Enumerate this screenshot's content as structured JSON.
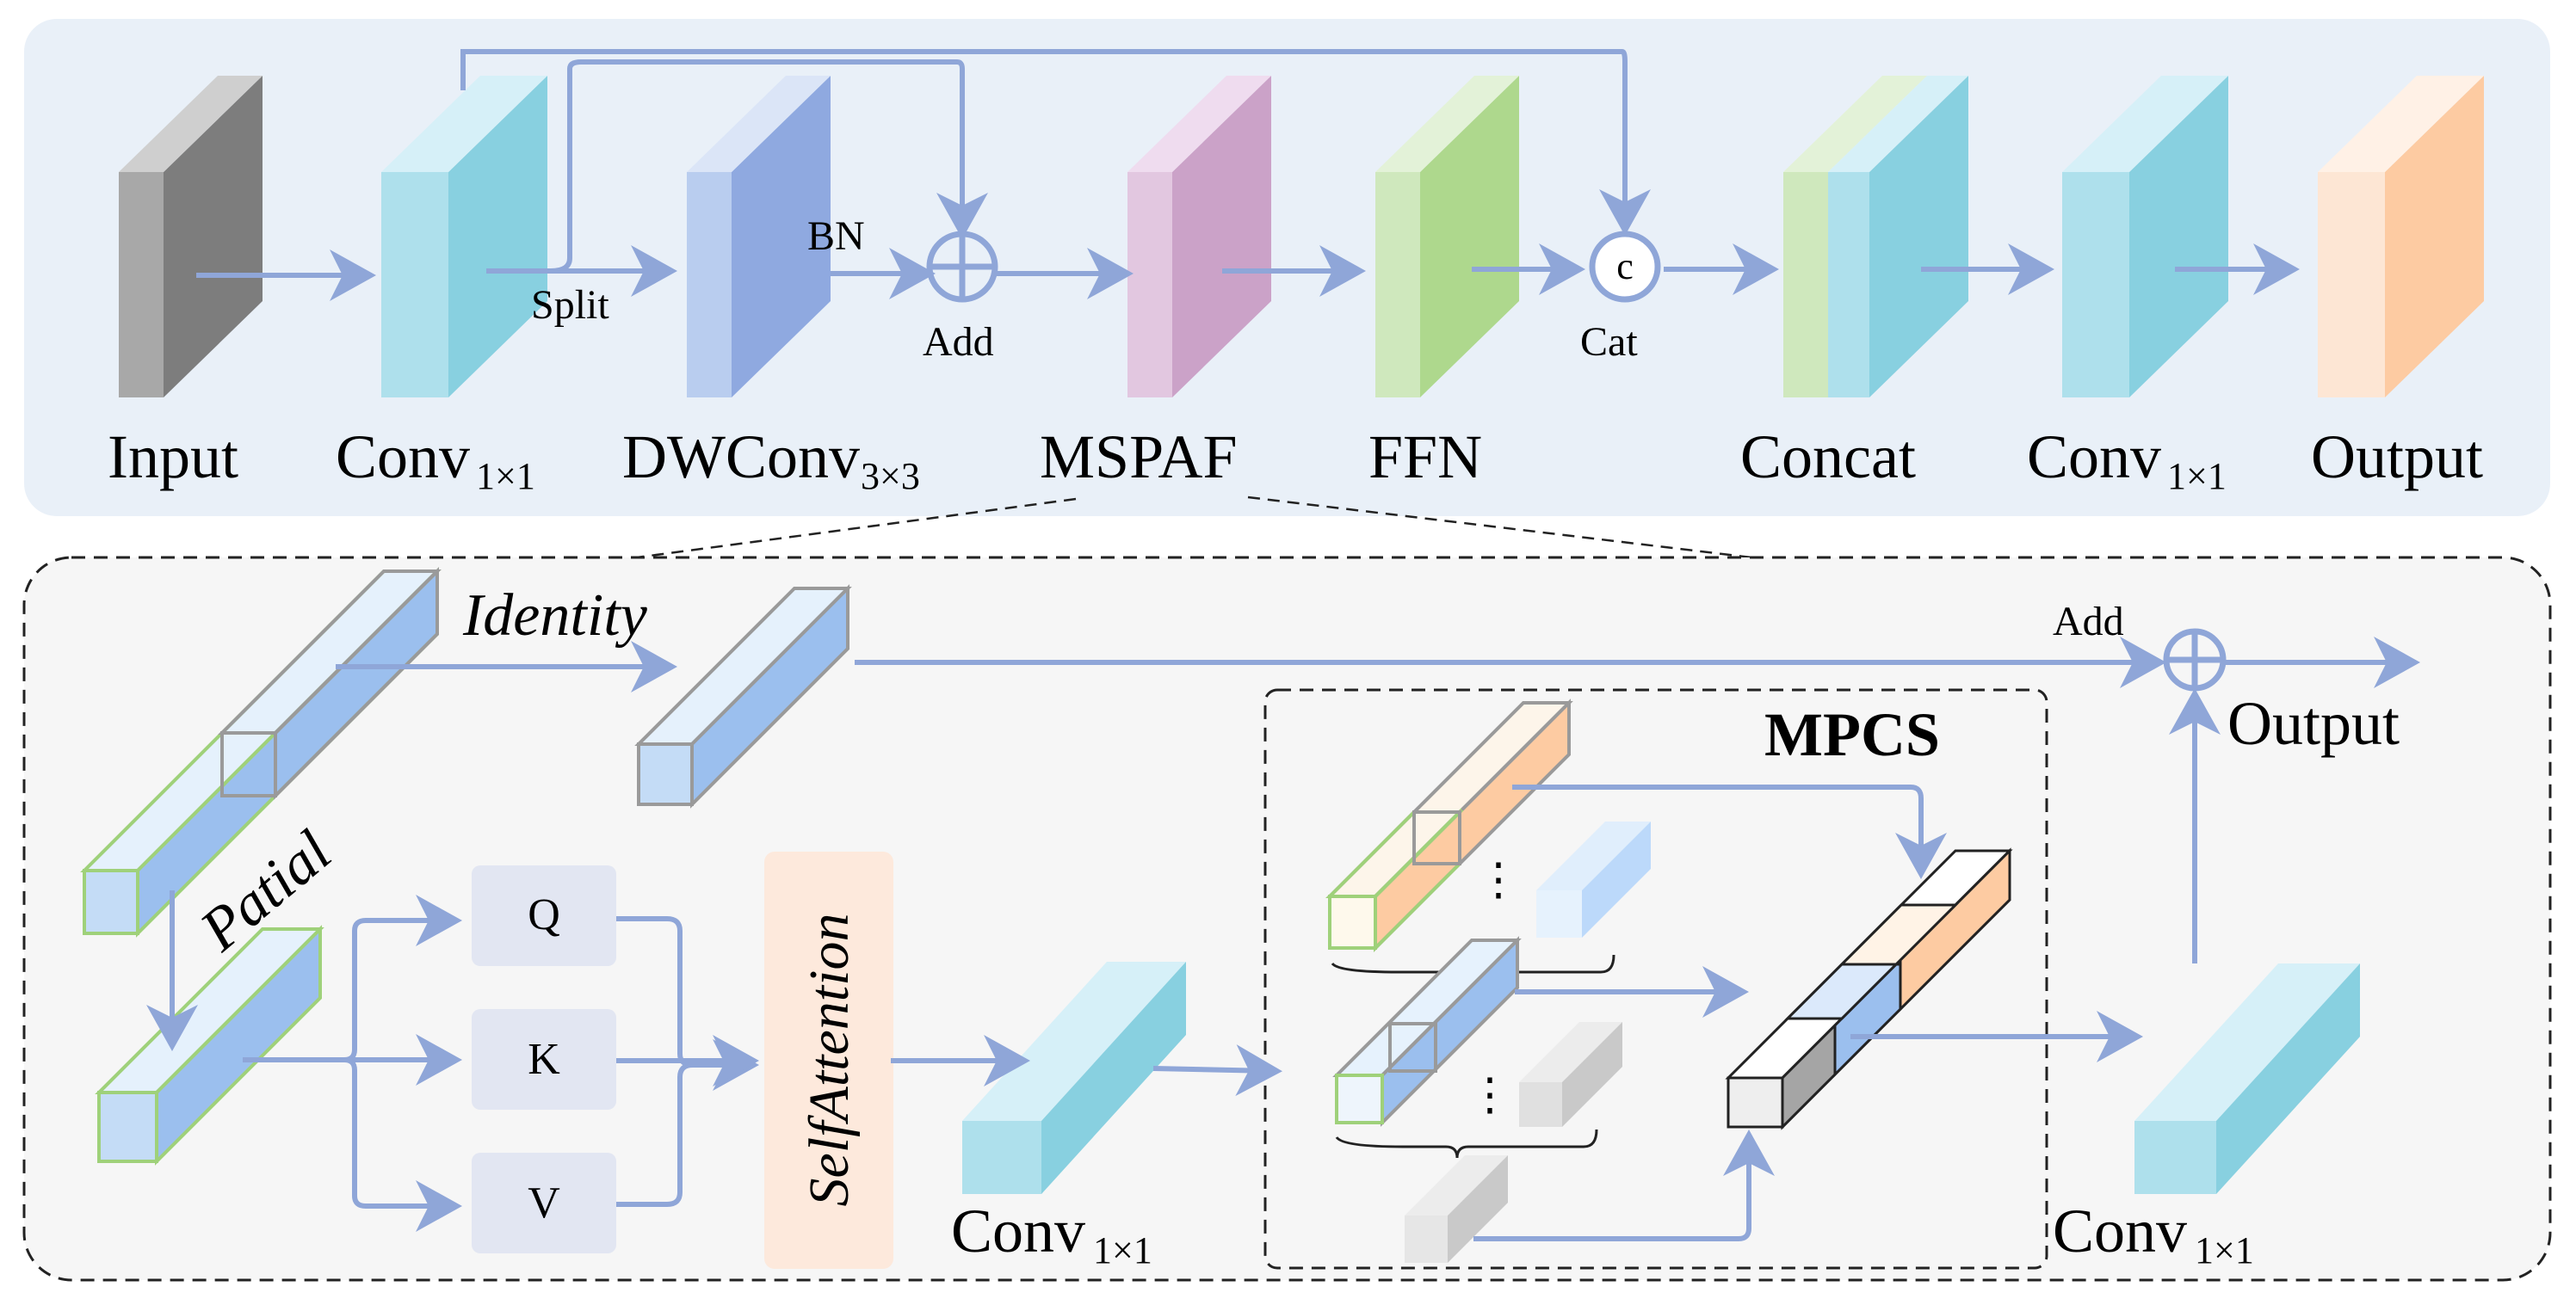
{
  "top": {
    "labels": {
      "input": "Input",
      "conv1": "Conv",
      "conv1_sub": "1×1",
      "dwconv": "DWConv",
      "dwconv_sub": "3×3",
      "mspaf": "MSPAF",
      "ffn": "FFN",
      "concat": "Concat",
      "conv2": "Conv",
      "conv2_sub": "1×1",
      "output": "Output"
    },
    "annotations": {
      "split": "Split",
      "bn": "BN",
      "add": "Add",
      "cat_symbol": "c",
      "cat": "Cat"
    }
  },
  "bottom": {
    "labels": {
      "identity": "Identity",
      "patial": "Patial",
      "q": "Q",
      "k": "K",
      "v": "V",
      "self_attention": "SelfAttention",
      "conv_a": "Conv",
      "conv_a_sub": "1×1",
      "mpcs": "MPCS",
      "add": "Add",
      "output": "Output",
      "conv_b": "Conv",
      "conv_b_sub": "1×1",
      "dots": "⋮"
    }
  },
  "colors": {
    "top_panel_bg": "#e9f0f8",
    "bottom_panel_bg": "#f6f6f6",
    "arrow": "#8fa6d8",
    "q_k_v_box": "#e2e6f2",
    "self_attention_box": "#fde9dc"
  }
}
